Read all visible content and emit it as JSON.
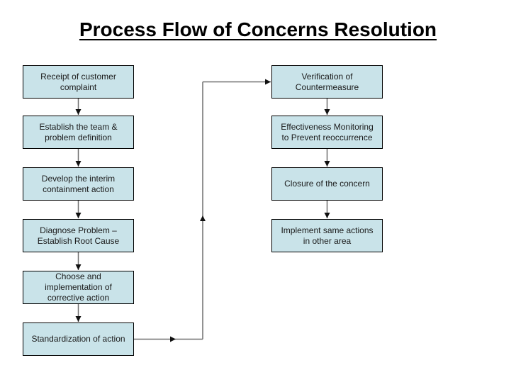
{
  "title": "Process Flow of Concerns Resolution",
  "colors": {
    "background": "#ffffff",
    "box_fill": "#c9e3e9",
    "box_border": "#000000",
    "line": "#6e6e6e",
    "arrowhead": "#111111",
    "text": "#1a1a1a"
  },
  "nodes": [
    {
      "id": "receipt",
      "label": "Receipt of customer\ncomplaint",
      "col": "left",
      "row": 0
    },
    {
      "id": "establish-team",
      "label": "Establish the team &\nproblem definition",
      "col": "left",
      "row": 1
    },
    {
      "id": "interim-containment",
      "label": "Develop the interim\ncontainment action",
      "col": "left",
      "row": 2
    },
    {
      "id": "diagnose-problem",
      "label": "Diagnose Problem –\nEstablish Root Cause",
      "col": "left",
      "row": 3
    },
    {
      "id": "corrective-action",
      "label": "Choose and\nimplementation of\ncorrective action",
      "col": "left",
      "row": 4
    },
    {
      "id": "standardization",
      "label": "Standardization of action",
      "col": "left",
      "row": 5
    },
    {
      "id": "verification",
      "label": "Verification of\nCountermeasure",
      "col": "right",
      "row": 0
    },
    {
      "id": "effectiveness-monitoring",
      "label": "Effectiveness Monitoring\nto Prevent reoccurrence",
      "col": "right",
      "row": 1
    },
    {
      "id": "closure",
      "label": "Closure of the concern",
      "col": "right",
      "row": 2
    },
    {
      "id": "implement-same-actions",
      "label": "Implement same actions\nin other area",
      "col": "right",
      "row": 3
    }
  ],
  "connectors": [
    {
      "from": "receipt",
      "to": "establish-team",
      "type": "straight-down"
    },
    {
      "from": "establish-team",
      "to": "interim-containment",
      "type": "straight-down"
    },
    {
      "from": "interim-containment",
      "to": "diagnose-problem",
      "type": "straight-down"
    },
    {
      "from": "diagnose-problem",
      "to": "corrective-action",
      "type": "straight-down"
    },
    {
      "from": "corrective-action",
      "to": "standardization",
      "type": "straight-down"
    },
    {
      "from": "verification",
      "to": "effectiveness-monitoring",
      "type": "straight-down"
    },
    {
      "from": "effectiveness-monitoring",
      "to": "closure",
      "type": "straight-down"
    },
    {
      "from": "closure",
      "to": "implement-same-actions",
      "type": "straight-down"
    },
    {
      "from": "standardization",
      "to": "verification",
      "type": "elbow-right-up-right"
    }
  ]
}
